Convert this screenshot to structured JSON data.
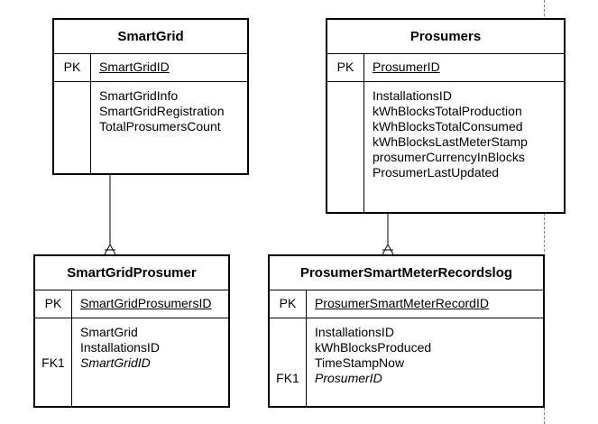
{
  "entities": {
    "smartgrid": {
      "title": "SmartGrid",
      "pk_label": "PK",
      "pk": "SmartGridID",
      "attributes": [
        "SmartGridInfo",
        "SmartGridRegistration",
        "TotalProsumersCount"
      ]
    },
    "prosumers": {
      "title": "Prosumers",
      "pk_label": "PK",
      "pk": "ProsumerID",
      "attributes": [
        "InstallationsID",
        "kWhBlocksTotalProduction",
        "kWhBlocksTotalConsumed",
        "kWhBlocksLastMeterStamp",
        "prosumerCurrencyInBlocks",
        "ProsumerLastUpdated"
      ]
    },
    "smartgridprosumer": {
      "title": "SmartGridProsumer",
      "pk_label": "PK",
      "pk": "SmartGridProsumersID",
      "attributes": [
        "SmartGrid",
        "InstallationsID"
      ],
      "fk_label": "FK1",
      "fk": "SmartGridID"
    },
    "meterlog": {
      "title": "ProsumerSmartMeterRecordslog",
      "pk_label": "PK",
      "pk": "ProsumerSmartMeterRecordID",
      "attributes": [
        "InstallationsID",
        "kWhBlocksProduced",
        "TimeStampNow"
      ],
      "fk_label": "FK1",
      "fk": "ProsumerID"
    }
  }
}
